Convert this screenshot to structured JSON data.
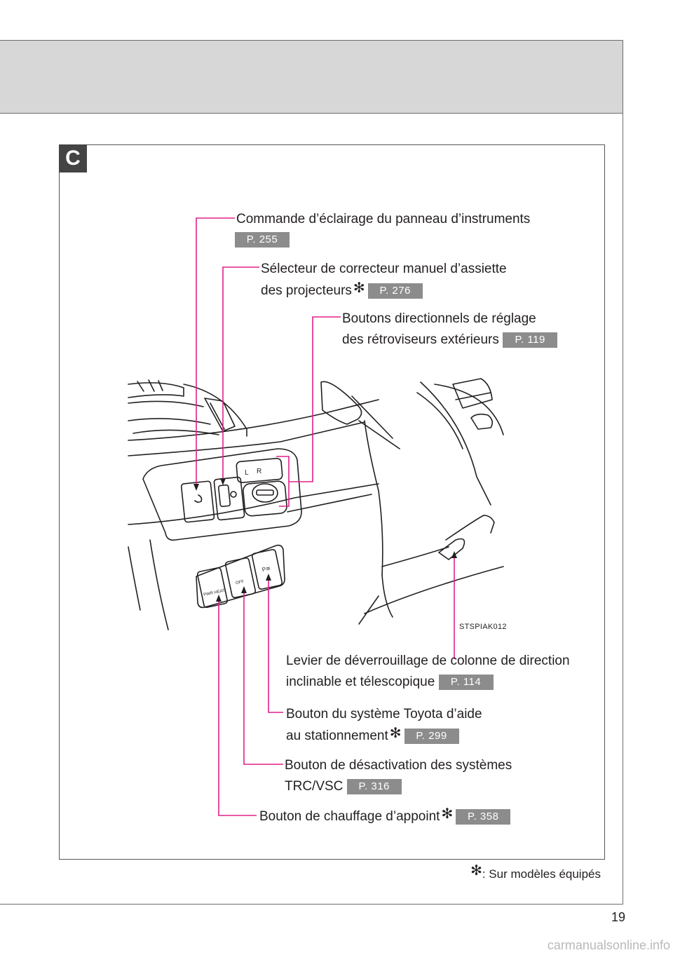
{
  "section": {
    "letter": "C"
  },
  "illustration": {
    "code": "STSPIAK012"
  },
  "callouts": [
    {
      "lines": [
        "Commande d’éclairage du panneau d’instruments"
      ],
      "asterisk": false,
      "page_ref": "P. 255"
    },
    {
      "lines": [
        "Sélecteur de correcteur manuel d’assiette",
        "des projecteurs"
      ],
      "asterisk": true,
      "page_ref": "P. 276"
    },
    {
      "lines": [
        "Boutons directionnels de réglage",
        "des rétroviseurs extérieurs"
      ],
      "asterisk": false,
      "page_ref": "P. 119"
    },
    {
      "lines": [
        "Levier de déverrouillage de colonne de direction",
        "inclinable et télescopique"
      ],
      "asterisk": false,
      "page_ref": "P. 114"
    },
    {
      "lines": [
        "Bouton du système Toyota d’aide",
        "au stationnement"
      ],
      "asterisk": true,
      "page_ref": "P. 299"
    },
    {
      "lines": [
        "Bouton de désactivation des systèmes",
        "TRC/VSC"
      ],
      "asterisk": false,
      "page_ref": "P. 316"
    },
    {
      "lines": [
        "Bouton de chauffage d’appoint"
      ],
      "asterisk": true,
      "page_ref": "P. 358"
    }
  ],
  "footnote": {
    "symbol": "✻",
    "text": ": Sur modèles équipés"
  },
  "page_number": "19",
  "watermark": "carmanualsonline.info",
  "colors": {
    "leader_line": "#e0218a",
    "page_ref_bg": "#8c8c8c",
    "header_band": "#d7d7d7"
  }
}
